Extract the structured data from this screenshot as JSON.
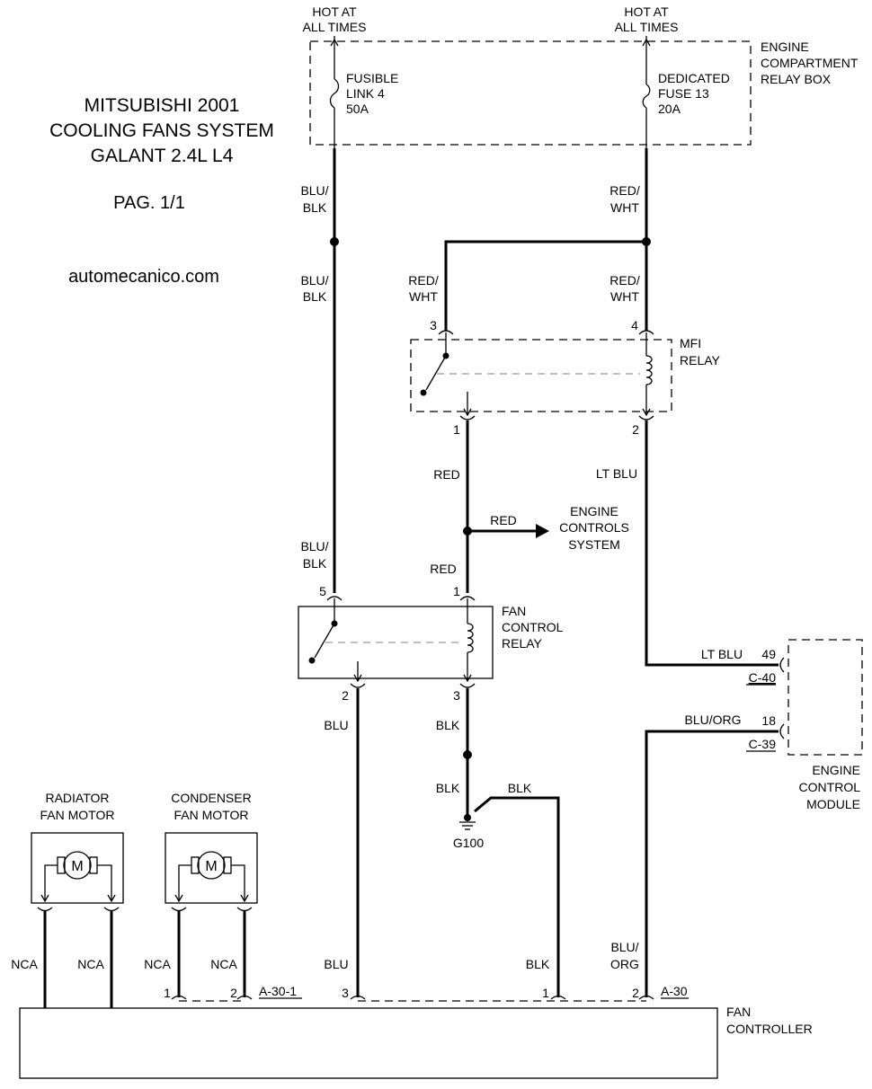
{
  "title": {
    "line1": "MITSUBISHI 2001",
    "line2": "COOLING FANS SYSTEM",
    "line3": "GALANT 2.4L L4",
    "page": "PAG. 1/1",
    "site": "automecanico.com"
  },
  "power": {
    "hot_left_1": "HOT AT",
    "hot_left_2": "ALL TIMES",
    "hot_right_1": "HOT AT",
    "hot_right_2": "ALL TIMES",
    "relay_box_1": "ENGINE",
    "relay_box_2": "COMPARTMENT",
    "relay_box_3": "RELAY BOX",
    "fuse_left_1": "FUSIBLE",
    "fuse_left_2": "LINK 4",
    "fuse_left_3": "50A",
    "fuse_right_1": "DEDICATED",
    "fuse_right_2": "FUSE 13",
    "fuse_right_3": "20A"
  },
  "wires": {
    "blu_blk_a1": "BLU/",
    "blu_blk_a2": "BLK",
    "blu_blk_b1": "BLU/",
    "blu_blk_b2": "BLK",
    "blu_blk_c1": "BLU/",
    "blu_blk_c2": "BLK",
    "red_wht_a1": "RED/",
    "red_wht_a2": "WHT",
    "red_wht_b1": "RED/",
    "red_wht_b2": "WHT",
    "red_wht_c1": "RED/",
    "red_wht_c2": "WHT",
    "red_a": "RED",
    "red_b": "RED",
    "red_c": "RED",
    "lt_blu_a": "LT BLU",
    "lt_blu_b": "LT BLU",
    "blu_org_a": "BLU/ORG",
    "blu_org_b1": "BLU/",
    "blu_org_b2": "ORG",
    "blu_a": "BLU",
    "blu_b": "BLU",
    "blk_a": "BLK",
    "blk_b": "BLK",
    "blk_c": "BLK",
    "blk_d": "BLK",
    "nca_1": "NCA",
    "nca_2": "NCA",
    "nca_3": "NCA",
    "nca_4": "NCA"
  },
  "mfi_relay": {
    "label_1": "MFI",
    "label_2": "RELAY",
    "pin_3": "3",
    "pin_4": "4",
    "pin_1": "1",
    "pin_2": "2"
  },
  "engine_controls": {
    "line1": "ENGINE",
    "line2": "CONTROLS",
    "line3": "SYSTEM"
  },
  "fan_relay": {
    "label_1": "FAN",
    "label_2": "CONTROL",
    "label_3": "RELAY",
    "pin_5": "5",
    "pin_1": "1",
    "pin_2": "2",
    "pin_3": "3"
  },
  "ecm": {
    "label_1": "ENGINE",
    "label_2": "CONTROL",
    "label_3": "MODULE",
    "pin_49": "49",
    "conn_c40": "C-40",
    "pin_18": "18",
    "conn_c39": "C-39"
  },
  "ground": {
    "label": "G100"
  },
  "radiator_motor": {
    "label_1": "RADIATOR",
    "label_2": "FAN MOTOR",
    "symbol": "M"
  },
  "condenser_motor": {
    "label_1": "CONDENSER",
    "label_2": "FAN MOTOR",
    "symbol": "M"
  },
  "fan_controller": {
    "label_1": "FAN",
    "label_2": "CONTROLLER",
    "pin_1a": "1",
    "pin_2a": "2",
    "conn_a301": "A-30-1",
    "pin_3": "3",
    "pin_1b": "1",
    "pin_2b": "2",
    "conn_a30": "A-30"
  }
}
